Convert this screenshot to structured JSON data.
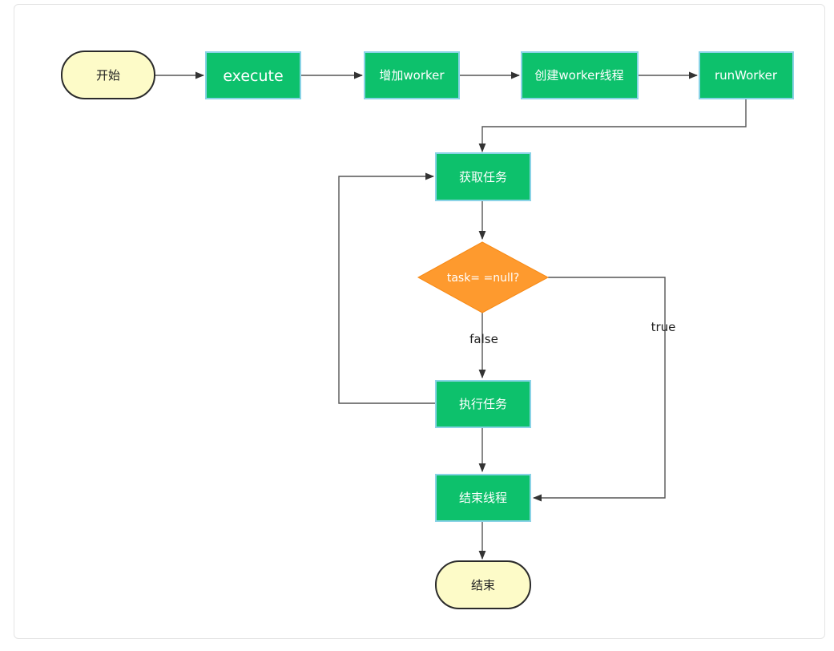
{
  "nodes": {
    "start": "开始",
    "execute": "execute",
    "add_worker": "增加worker",
    "create_thread": "创建worker线程",
    "run_worker": "runWorker",
    "get_task": "获取任务",
    "condition": "task= =null?",
    "run_task": "执行任务",
    "end_thread": "结束线程",
    "end": "结束"
  },
  "edge_labels": {
    "false": "false",
    "true": "true"
  },
  "colors": {
    "process_fill": "#0dc16c",
    "process_border": "#8ad3e6",
    "terminal_fill": "#fdfbc8",
    "decision_fill": "#fe9a2e",
    "connector": "#555555"
  }
}
